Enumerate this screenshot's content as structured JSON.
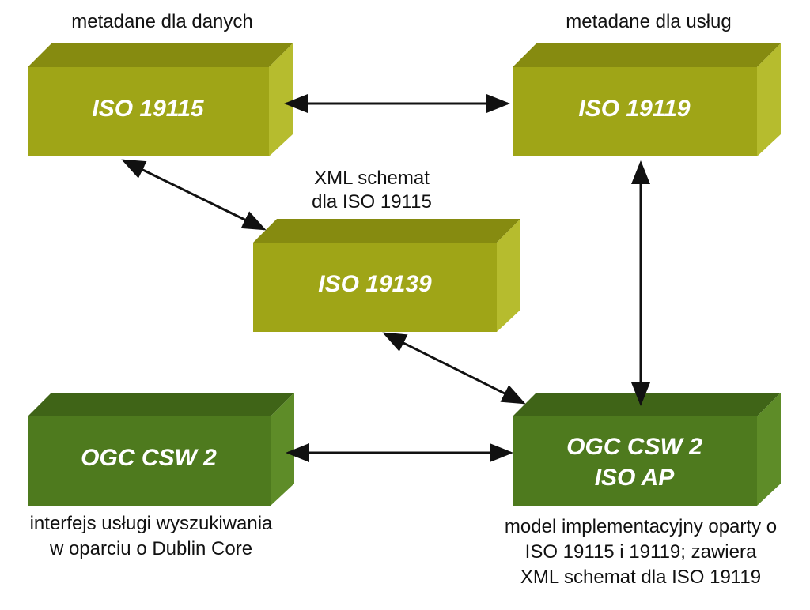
{
  "boxes": {
    "iso19115": {
      "label": "ISO 19115"
    },
    "iso19119": {
      "label": "ISO 19119"
    },
    "iso19139": {
      "label": "ISO 19139"
    },
    "ogc_csw2": {
      "label": "OGC CSW 2"
    },
    "ogc_csw2_isoap": {
      "label_line1": "OGC CSW 2",
      "label_line2": "ISO AP"
    }
  },
  "captions": {
    "metadata_data": "metadane dla danych",
    "metadata_services": "metadane dla usług",
    "xml_schema_line1": "XML schemat",
    "xml_schema_line2": "dla ISO 19115",
    "search_interface_line1": "interfejs usługi wyszukiwania",
    "search_interface_line2": "w oparciu o Dublin Core",
    "impl_model_line1": "model implementacyjny oparty o",
    "impl_model_line2": "ISO 19115 i 19119; zawiera",
    "impl_model_line3": "XML schemat dla ISO 19119"
  },
  "colors": {
    "light_front": "#9fa517",
    "light_top": "#868b10",
    "light_side": "#b6bc2e",
    "dark_front": "#4e7a1e",
    "dark_top": "#3f6417",
    "dark_side": "#5e8c28",
    "arrow": "#111111"
  }
}
